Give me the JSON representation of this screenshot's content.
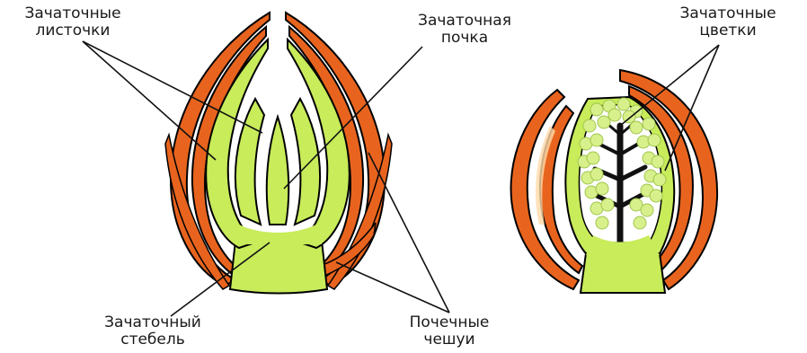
{
  "labels": {
    "embryonic_leaves": [
      "Зачаточные",
      "листочки"
    ],
    "embryonic_bud": [
      "Зачаточная",
      "почка"
    ],
    "embryonic_flowers": [
      "Зачаточные",
      "цветки"
    ],
    "embryonic_stem": [
      "Зачаточный",
      "стебель"
    ],
    "bud_scales": [
      "Почечные",
      "чешуи"
    ]
  },
  "colors": {
    "scale_orange": "#e8641e",
    "scale_edge": "#000000",
    "tissue_green": "#c8ec5a",
    "flower_green": "#d8f08c",
    "label_text": "#1a1a1a"
  }
}
